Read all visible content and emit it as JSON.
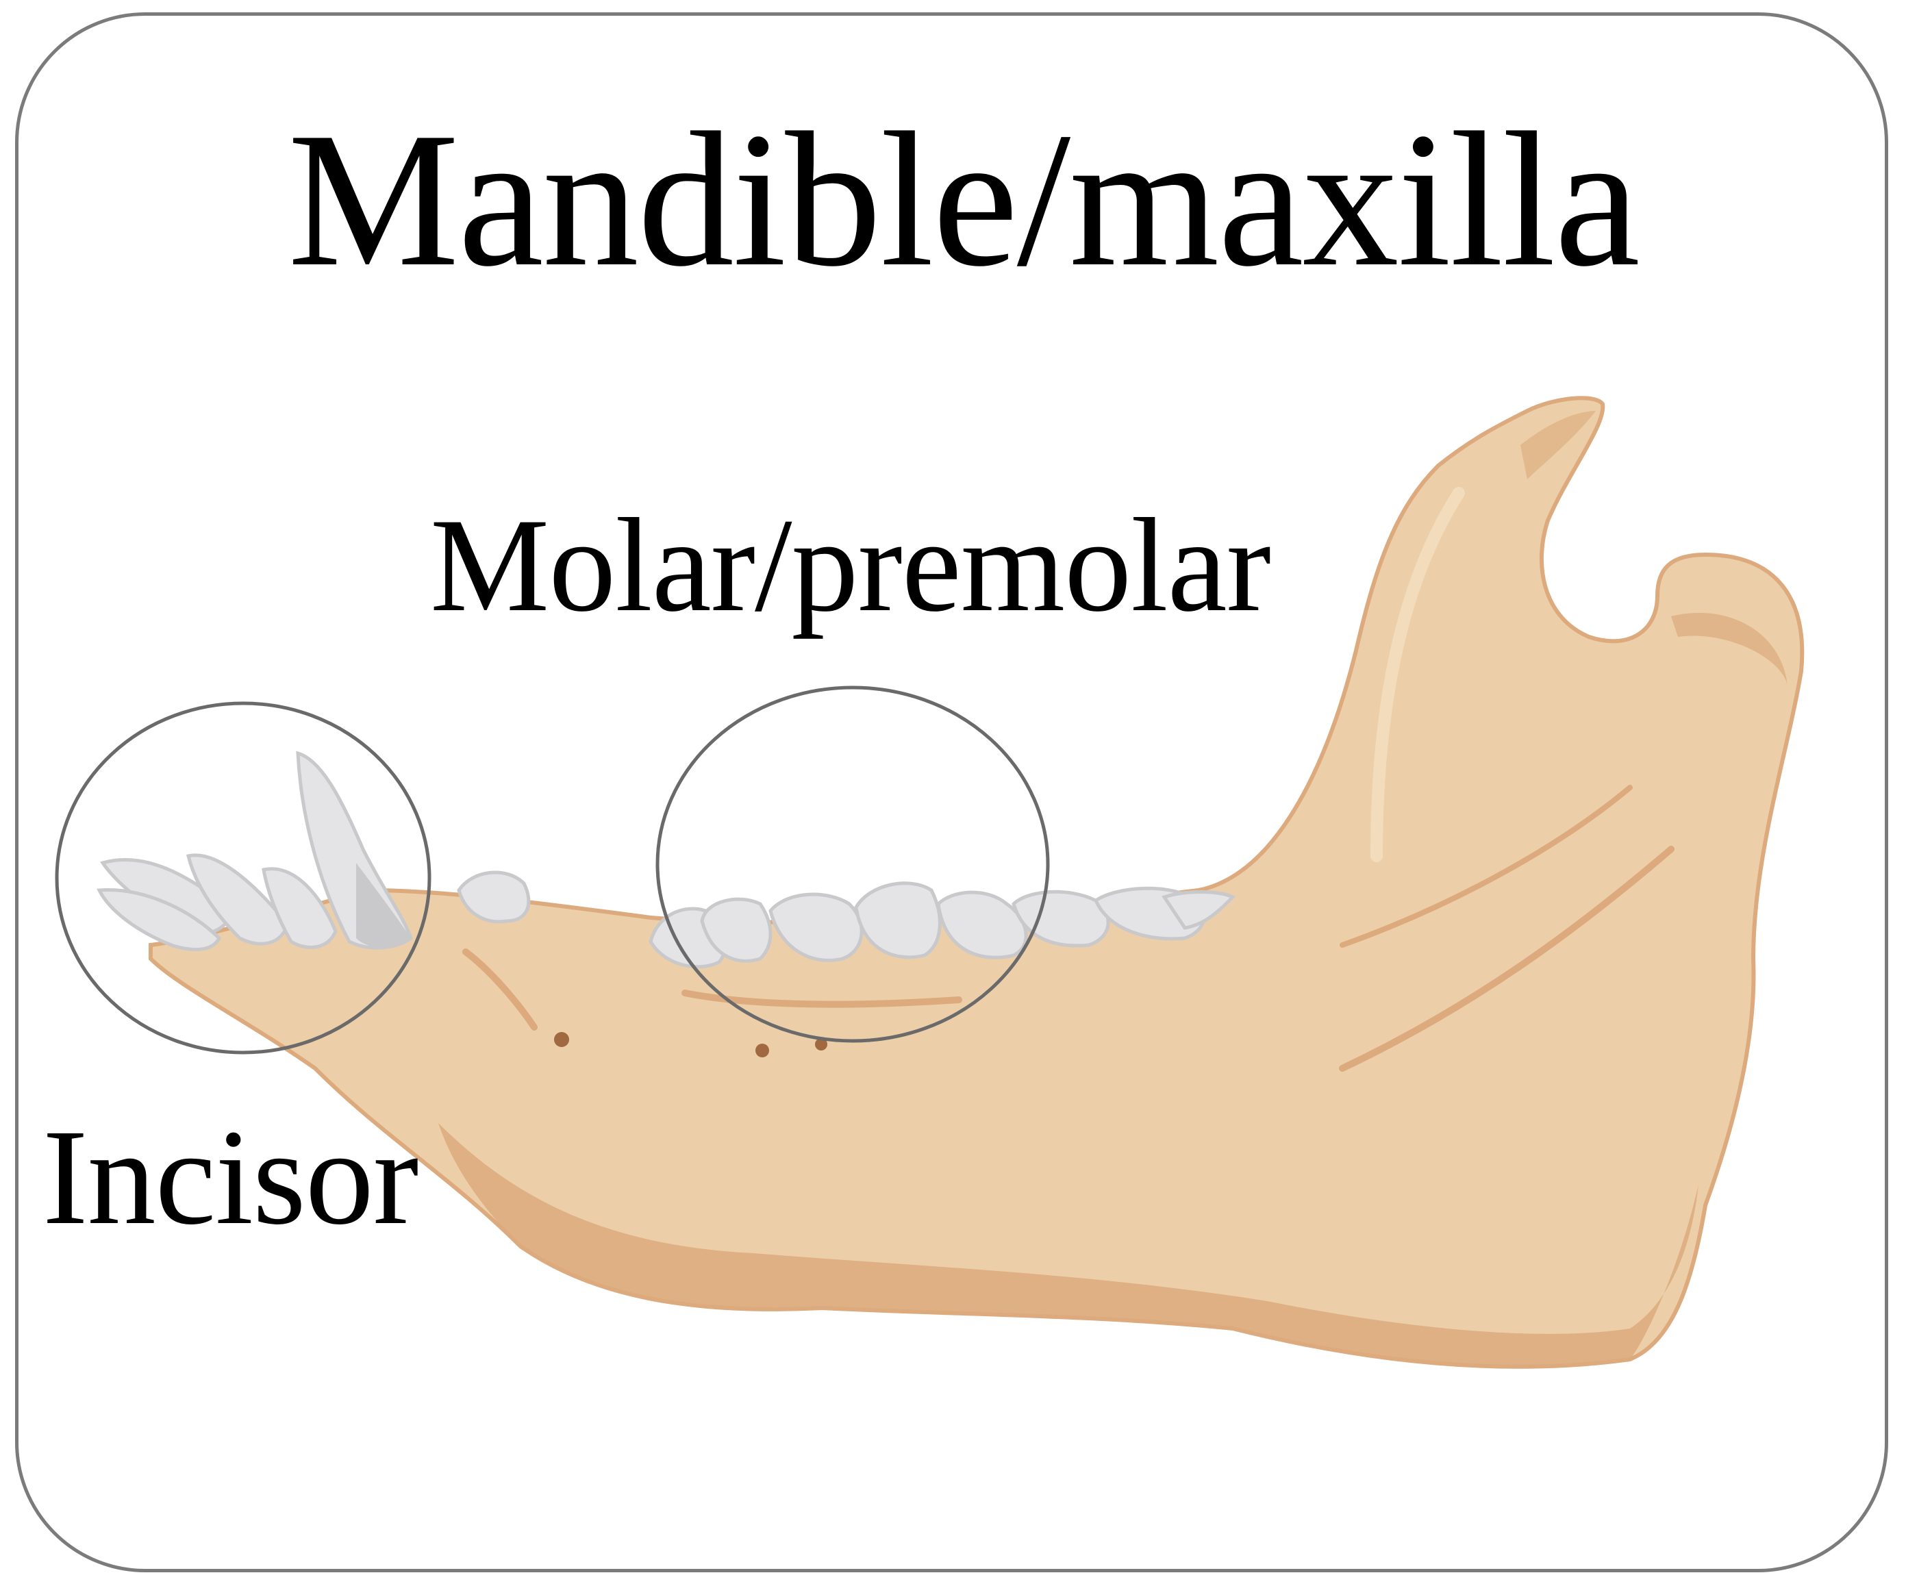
{
  "title": "Mandible/maxilla",
  "labels": {
    "molar": "Molar/premolar",
    "incisor": "Incisor"
  },
  "colors": {
    "frame": "#7b7b7b",
    "bone": "#eccfa9",
    "bone_shadow": "#dcaa7c",
    "bone_highlight": "#f5dfc1",
    "tooth": "#e4e4e6",
    "tooth_shadow": "#c9c9cb",
    "circle": "#6a6a6a"
  }
}
